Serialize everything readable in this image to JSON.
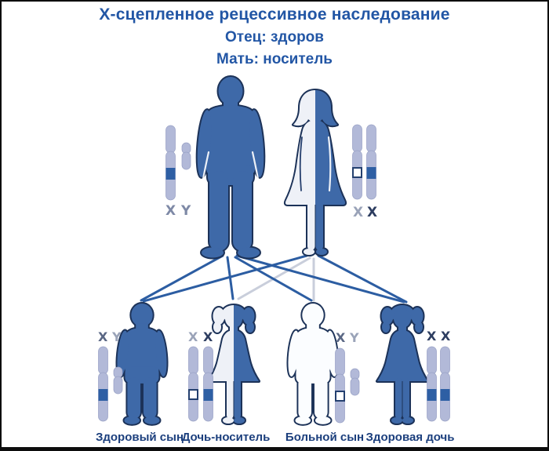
{
  "title": "Х-сцепленное рецессивное наследование",
  "parents": {
    "father": {
      "status_line": "Отец: здоров",
      "figure": "man-silhouette-solid-blue",
      "karyotype": {
        "k1": "X",
        "k2": "Y"
      },
      "x_band": "normal-allele-blue"
    },
    "mother": {
      "status_line": "Мать: носитель",
      "figure": "woman-silhouette-half-white-half-blue",
      "karyotype": {
        "k1": "X",
        "k2": "X"
      },
      "x1_band": "mutant-allele-white",
      "x2_band": "normal-allele-blue"
    }
  },
  "children": [
    {
      "name": "Здоровый сын",
      "figure": "boy-silhouette-solid-blue",
      "karyotype": {
        "k1": "X",
        "k2": "Y"
      },
      "x_band": "normal-allele-blue"
    },
    {
      "name": "Дочь-носитель",
      "figure": "girl-silhouette-half-white-half-blue",
      "karyotype": {
        "k1": "X",
        "k2": "X"
      },
      "x1_band": "mutant-allele-white",
      "x2_band": "normal-allele-blue"
    },
    {
      "name": "Больной сын",
      "figure": "boy-silhouette-white",
      "karyotype": {
        "k1": "X",
        "k2": "Y"
      },
      "x_band": "mutant-allele-white"
    },
    {
      "name": "Здоровая дочь",
      "figure": "girl-silhouette-solid-blue",
      "karyotype": {
        "k1": "X",
        "k2": "X"
      },
      "x1_band": "normal-allele-blue",
      "x2_band": "normal-allele-blue"
    }
  ],
  "colors": {
    "text_blue": "#2256a5",
    "label_navy": "#1c3f7d",
    "figure_blue": "#3e69a8",
    "figure_outline": "#1c3258",
    "figure_white": "#fbfdff",
    "chromosome_lavender": "#b2b9d8",
    "allele_band_blue": "#2e5fa4",
    "line_blue": "#2c5da2",
    "line_gray": "#c9cedb",
    "background": "#ffffff",
    "border_black": "#0d0d0d"
  }
}
